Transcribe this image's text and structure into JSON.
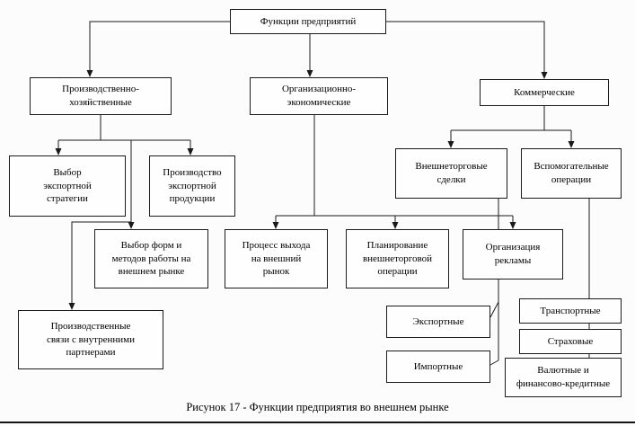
{
  "diagram": {
    "nodes": {
      "root": {
        "label": "Функции предприятий"
      },
      "production": {
        "label": "Производственно-\nхозяйственные"
      },
      "organizational": {
        "label": "Организационно-\nэкономические"
      },
      "commercial": {
        "label": "Коммерческие"
      },
      "export_strategy": {
        "label": "Выбор\nэкспортной\nстратегии"
      },
      "export_production": {
        "label": "Производство\nэкспортной\nпродукции"
      },
      "forms_methods": {
        "label": "Выбор форм и\nметодов работы на\nвнешнем рынке"
      },
      "market_entry": {
        "label": "Процесс выхода\nна внешний\nрынок"
      },
      "trade_planning": {
        "label": "Планирование\nвнешнеторговой\nоперации"
      },
      "advertising": {
        "label": "Организация\nрекламы"
      },
      "internal_links": {
        "label": "Производственные\nсвязи с внутренними\nпартнерами"
      },
      "trade_deals": {
        "label": "Внешнеторговые\nсделки"
      },
      "auxiliary": {
        "label": "Вспомогательные\nоперации"
      },
      "export_deals": {
        "label": "Экспортные"
      },
      "import_deals": {
        "label": "Импортные"
      },
      "transport": {
        "label": "Транспортные"
      },
      "insurance": {
        "label": "Страховые"
      },
      "currency_credit": {
        "label": "Валютные и\nфинансово-кредитные"
      }
    },
    "caption": "Рисунок 17 - Функции предприятия во внешнем рынке"
  }
}
